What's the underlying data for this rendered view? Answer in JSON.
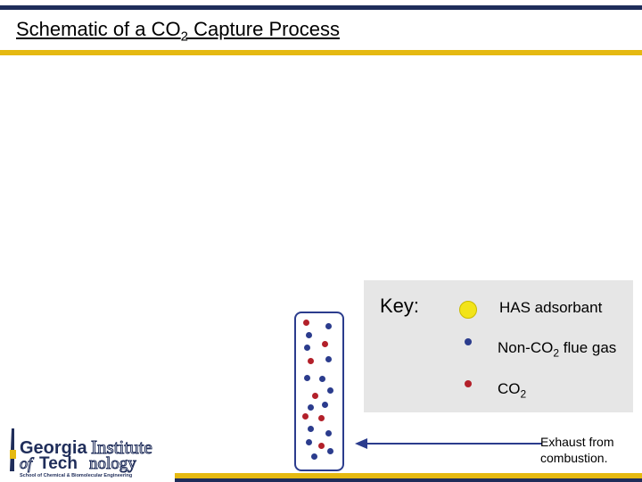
{
  "title": {
    "prefix": "Schematic of a CO",
    "sub": "2",
    "suffix": " Capture Process"
  },
  "key": {
    "label": "Key:",
    "items": [
      {
        "label": "HAS adsorbant",
        "color": "#f2e41a",
        "icon": "yellow-circle-icon"
      },
      {
        "label_prefix": "Non-CO",
        "label_sub": "2",
        "label_suffix": " flue gas",
        "color": "#2b3c8d",
        "icon": "blue-dot-icon"
      },
      {
        "label_prefix": "CO",
        "label_sub": "2",
        "color": "#b3202a",
        "icon": "red-dot-icon"
      }
    ]
  },
  "exhaust": {
    "line1": "Exhaust from",
    "line2": "combustion."
  },
  "logo": {
    "line1a": "Georgia",
    "line1b": "Institute",
    "line2a": "of",
    "line2b": "Tech",
    "line2c": "nology",
    "sub": "School of Chemical & Biomolecular Engineering"
  },
  "colors": {
    "navy": "#1f2d5a",
    "gold": "#e5b911",
    "blue": "#2b3c8d",
    "red": "#b3202a",
    "yellow": "#f2e41a",
    "key_bg": "#e6e6e6"
  }
}
